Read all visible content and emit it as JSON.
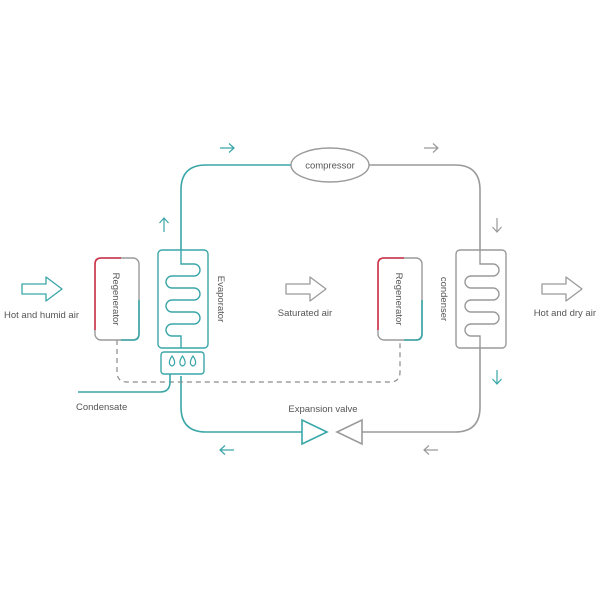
{
  "labels": {
    "compressor": "compressor",
    "hot_humid_air": "Hot and humid air",
    "regenerator_left": "Regenerator",
    "evaporator": "Evaporator",
    "saturated_air": "Saturated air",
    "regenerator_right": "Regenerator",
    "condenser": "condenser",
    "hot_dry_air": "Hot and dry air",
    "condensate": "Condensate",
    "expansion_valve": "Expansion valve"
  },
  "colors": {
    "teal": "#3aa6a8",
    "gray": "#9a9a9a",
    "red": "#d0334a",
    "text": "#555555"
  }
}
